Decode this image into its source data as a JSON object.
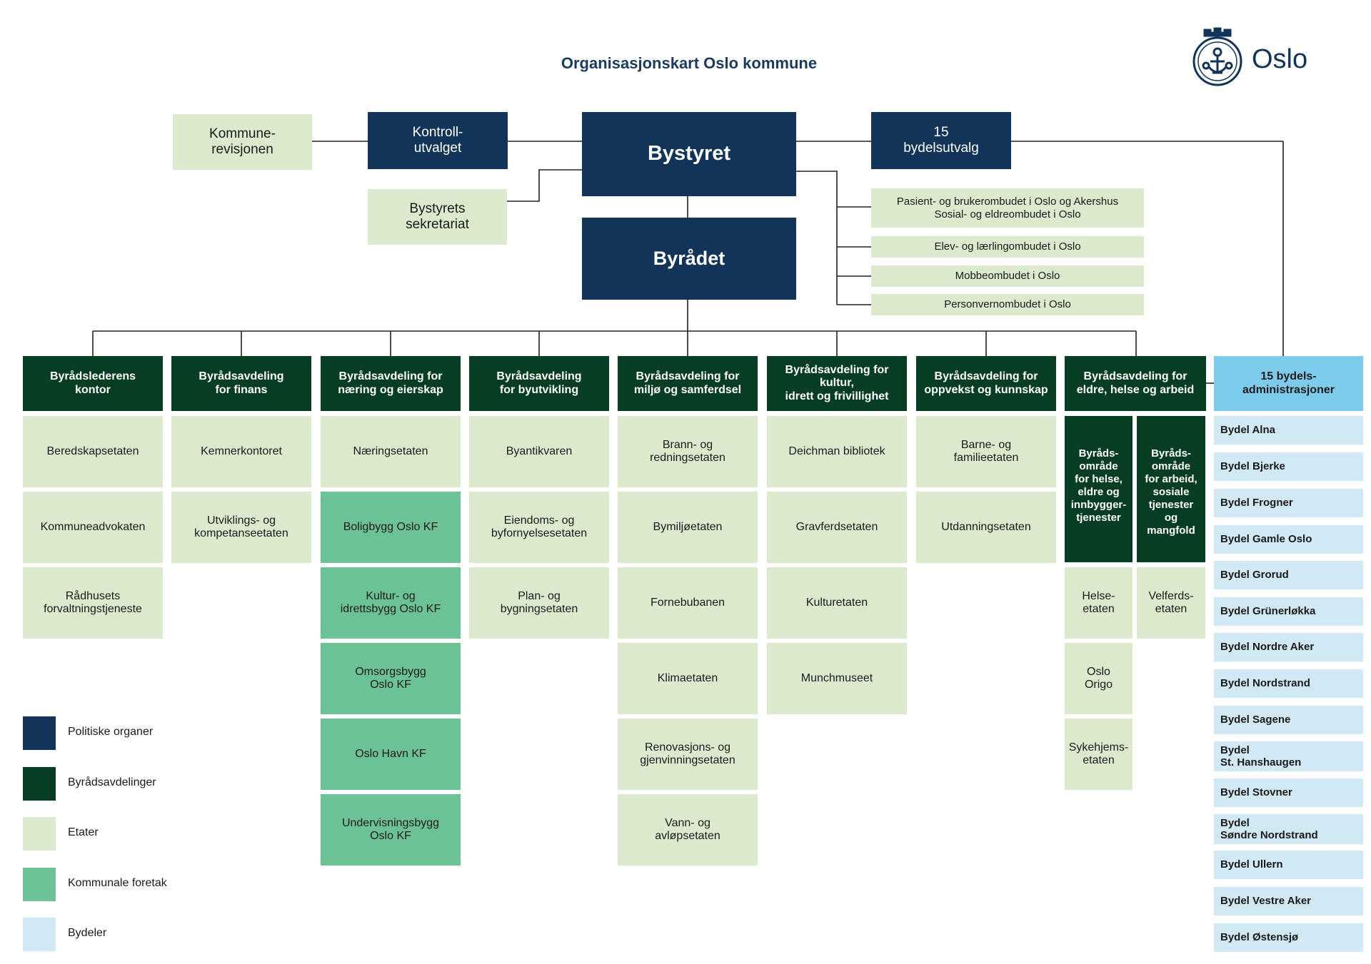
{
  "title": "Organisasjonskart Oslo kommune",
  "logo": {
    "text": "Oslo"
  },
  "top": {
    "kommunerevisjonen": "Kommune-\nrevisjonen",
    "kontrollutvalget": "Kontroll-\nutvalget",
    "bystyret": "Bystyret",
    "bydelsutvalg": "15\nbydelsutvalg",
    "sekretariat": "Bystyrets\nsekretariat",
    "byradet": "Byrådet"
  },
  "ombud": [
    "Pasient- og brukerombudet i Oslo og Akershus\nSosial- og eldreombudet i Oslo",
    "Elev- og lærlingombudet i Oslo",
    "Mobbeombudet i Oslo",
    "Personvernombudet i Oslo"
  ],
  "departments": [
    {
      "name": "Byrådslederens\nkontor",
      "units": [
        {
          "label": "Beredskapsetaten",
          "type": "etat"
        },
        {
          "label": "Kommuneadvokaten",
          "type": "etat"
        },
        {
          "label": "Rådhusets\nforvaltningstjeneste",
          "type": "etat"
        }
      ]
    },
    {
      "name": "Byrådsavdeling\nfor finans",
      "units": [
        {
          "label": "Kemnerkontoret",
          "type": "etat"
        },
        {
          "label": "Utviklings- og\nkompetanseetaten",
          "type": "etat"
        }
      ]
    },
    {
      "name": "Byrådsavdeling for\nnæring og eierskap",
      "units": [
        {
          "label": "Næringsetaten",
          "type": "etat"
        },
        {
          "label": "Boligbygg Oslo KF",
          "type": "kf"
        },
        {
          "label": "Kultur- og\nidrettsbygg Oslo KF",
          "type": "kf"
        },
        {
          "label": "Omsorgsbygg\nOslo KF",
          "type": "kf"
        },
        {
          "label": "Oslo Havn KF",
          "type": "kf"
        },
        {
          "label": "Undervisningsbygg\nOslo KF",
          "type": "kf"
        }
      ]
    },
    {
      "name": "Byrådsavdeling\nfor byutvikling",
      "units": [
        {
          "label": "Byantikvaren",
          "type": "etat"
        },
        {
          "label": "Eiendoms- og\nbyfornyelsesetaten",
          "type": "etat"
        },
        {
          "label": "Plan- og\nbygningsetaten",
          "type": "etat"
        }
      ]
    },
    {
      "name": "Byrådsavdeling for\nmiljø og samferdsel",
      "units": [
        {
          "label": "Brann- og\nredningsetaten",
          "type": "etat"
        },
        {
          "label": "Bymiljøetaten",
          "type": "etat"
        },
        {
          "label": "Fornebubanen",
          "type": "etat"
        },
        {
          "label": "Klimaetaten",
          "type": "etat"
        },
        {
          "label": "Renovasjons- og\ngjenvinningsetaten",
          "type": "etat"
        },
        {
          "label": "Vann- og\navløpsetaten",
          "type": "etat"
        }
      ]
    },
    {
      "name": "Byrådsavdeling for kultur,\nidrett og frivillighet",
      "units": [
        {
          "label": "Deichman bibliotek",
          "type": "etat"
        },
        {
          "label": "Gravferdsetaten",
          "type": "etat"
        },
        {
          "label": "Kulturetaten",
          "type": "etat"
        },
        {
          "label": "Munchmuseet",
          "type": "etat"
        }
      ]
    },
    {
      "name": "Byrådsavdeling for\noppvekst og kunnskap",
      "units": [
        {
          "label": "Barne- og\nfamilieetaten",
          "type": "etat"
        },
        {
          "label": "Utdanningsetaten",
          "type": "etat"
        }
      ]
    },
    {
      "name": "Byrådsavdeling for\neldre, helse og arbeid",
      "subareas": [
        {
          "name": "Byråds-\nområde\nfor helse,\neldre og\ninnbygger-\ntjenester",
          "units": [
            {
              "label": "Helse-\netaten",
              "type": "etat"
            },
            {
              "label": "Oslo\nOrigo",
              "type": "etat"
            },
            {
              "label": "Sykehjems-\netaten",
              "type": "etat"
            }
          ]
        },
        {
          "name": "Byråds-\nområde\nfor arbeid,\nsosiale\ntjenester\nog\nmangfold",
          "units": [
            {
              "label": "Velferds-\netaten",
              "type": "etat"
            }
          ]
        }
      ]
    }
  ],
  "bydeler": {
    "header": "15 bydels-\nadministrasjoner",
    "items": [
      "Bydel Alna",
      "Bydel Bjerke",
      "Bydel Frogner",
      "Bydel Gamle Oslo",
      "Bydel Grorud",
      "Bydel Grünerløkka",
      "Bydel Nordre Aker",
      "Bydel Nordstrand",
      "Bydel Sagene",
      "Bydel\nSt. Hanshaugen",
      "Bydel Stovner",
      "Bydel\nSøndre Nordstrand",
      "Bydel Ullern",
      "Bydel Vestre Aker",
      "Bydel Østensjø"
    ]
  },
  "legend": [
    {
      "label": "Politiske organer",
      "color": "#133459"
    },
    {
      "label": "Byrådsavdelinger",
      "color": "#073e23"
    },
    {
      "label": "Etater",
      "color": "#dbeacd"
    },
    {
      "label": "Kommunale foretak",
      "color": "#6ac295"
    },
    {
      "label": "Bydeler",
      "color": "#d1e8f5"
    }
  ]
}
